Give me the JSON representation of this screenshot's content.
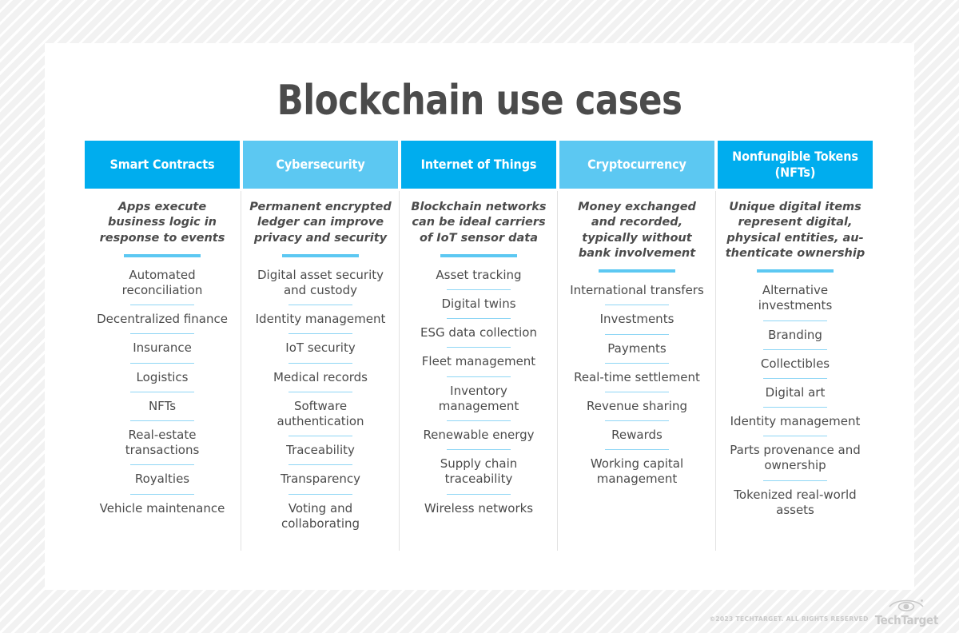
{
  "page": {
    "title": "Blockchain use cases"
  },
  "colors": {
    "header_dark_blue": "#00adee",
    "header_light_blue": "#5cc8f2",
    "rule_blue": "#8fd6f5",
    "text_gray": "#4b4b4b",
    "divider_gray": "#e2e2e2",
    "footer_gray": "#c9c9c9",
    "card_background": "#ffffff"
  },
  "columns": [
    {
      "header": "Smart Contracts",
      "shade": "dark",
      "description": "Apps execute business logic in response to events",
      "items": [
        "Automated reconciliation",
        "Decentralized finance",
        "Insurance",
        "Logistics",
        "NFTs",
        "Real-estate transactions",
        "Royalties",
        "Vehicle maintenance"
      ]
    },
    {
      "header": "Cybersecurity",
      "shade": "light",
      "description": "Permanent encrypted ledger can improve privacy and security",
      "items": [
        "Digital asset security and custody",
        "Identity management",
        "IoT security",
        "Medical records",
        "Software authentication",
        "Traceability",
        "Transparency",
        "Voting and collaborating"
      ]
    },
    {
      "header": "Internet of Things",
      "shade": "dark",
      "description": "Blockchain networks can be ideal carriers of IoT sensor data",
      "items": [
        "Asset tracking",
        "Digital twins",
        "ESG data collection",
        "Fleet management",
        "Inventory management",
        "Renewable energy",
        "Supply chain traceability",
        "Wireless networks"
      ]
    },
    {
      "header": "Cryptocurrency",
      "shade": "light",
      "description": "Money exchanged and recorded, typically without bank involvement",
      "items": [
        "International transfers",
        "Investments",
        "Payments",
        "Real-time settlement",
        "Revenue sharing",
        "Rewards",
        "Working capital management"
      ]
    },
    {
      "header": "Nonfungible Tokens (NFTs)",
      "shade": "dark",
      "description": "Unique digital items represent digital, physical entities, au-thenticate ownership",
      "items": [
        "Alternative investments",
        "Branding",
        "Collectibles",
        "Digital art",
        "Identity management",
        "Parts provenance and ownership",
        "Tokenized real-world assets"
      ]
    }
  ],
  "footer": {
    "copyright": "©2023 TECHTARGET. ALL RIGHTS RESERVED",
    "logo_wordmark": "TechTarget",
    "logo_icon": "eye-icon"
  }
}
